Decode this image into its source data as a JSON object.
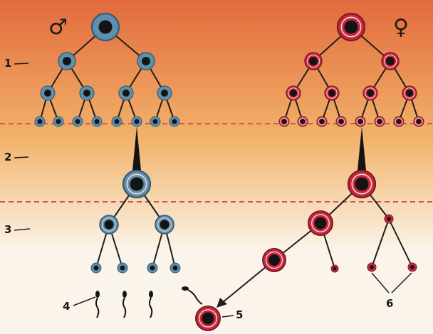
{
  "symbols": {
    "male": "♂",
    "female": "♀"
  },
  "stage_labels": [
    "1",
    "2",
    "3"
  ],
  "callouts": {
    "sperm": "4",
    "fertilized_egg": "5",
    "polar_bodies": "6"
  },
  "colors": {
    "male_cell_fill": "#5f8fab",
    "male_cell_dark": "#2f5f7a",
    "female_cell_fill": "#c8283c",
    "female_cell_dark": "#7f1a26",
    "nucleus": "#141414",
    "line": "#1e1e1e",
    "divider": "#c65a5a",
    "background_top": "#e36a3d",
    "background_mid": "#f2b46b",
    "background_bottom": "#fbf4ea"
  }
}
